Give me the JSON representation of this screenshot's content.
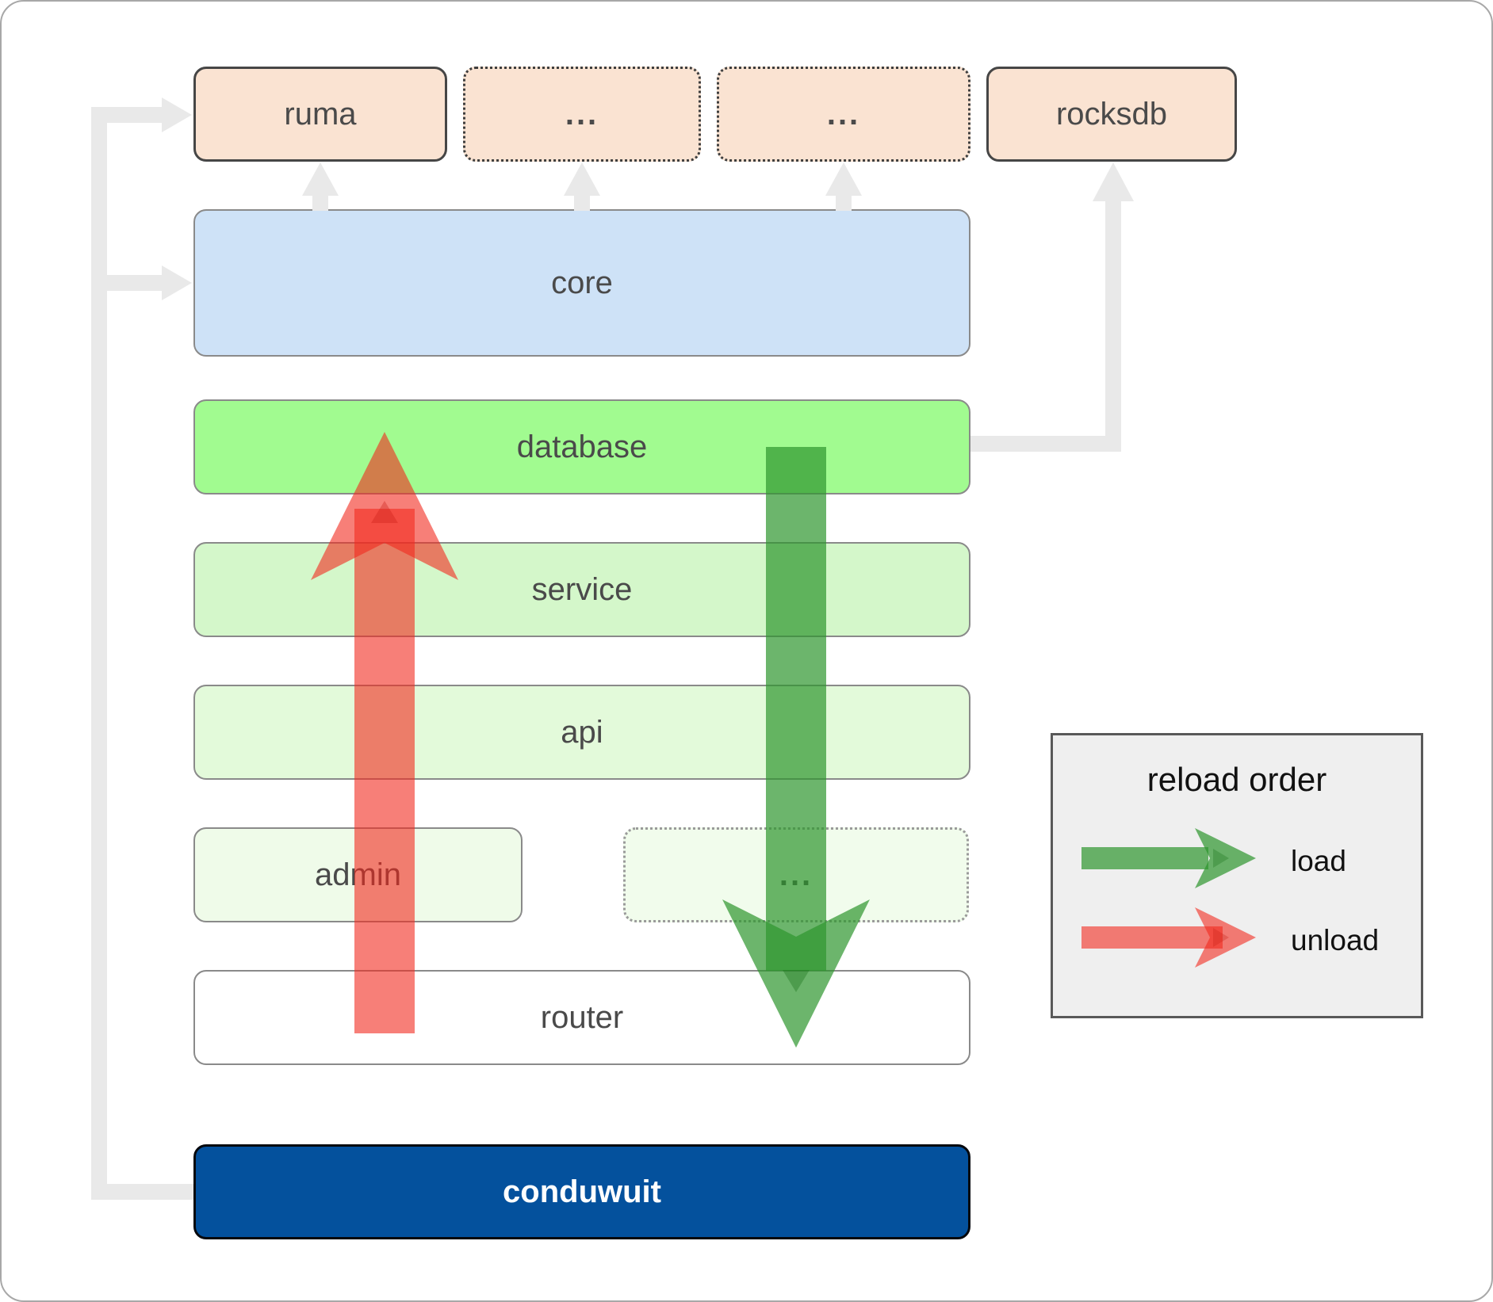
{
  "diagram": {
    "top_row": {
      "ruma": {
        "label": "ruma",
        "border": "solid"
      },
      "more_1": {
        "label": "...",
        "border": "dotted"
      },
      "more_2": {
        "label": "...",
        "border": "dotted"
      },
      "rocksdb": {
        "label": "rocksdb",
        "border": "solid"
      }
    },
    "layers": {
      "core": {
        "label": "core"
      },
      "database": {
        "label": "database"
      },
      "service": {
        "label": "service"
      },
      "api": {
        "label": "api"
      },
      "admin": {
        "label": "admin"
      },
      "admin_more": {
        "label": "..."
      },
      "router": {
        "label": "router"
      },
      "conduwuit": {
        "label": "conduwuit"
      }
    },
    "legend": {
      "title": "reload order",
      "load_label": "load",
      "unload_label": "unload"
    },
    "colors": {
      "dependency_box": "#fae3d2",
      "core_box": "#cee2f7",
      "database_box": "#a1fb90",
      "service_box": "#d4f7ca",
      "api_box": "#e3fada",
      "admin_box": "#effbe9",
      "router_box": "#ffffff",
      "conduwuit_box": "#04519d",
      "load_arrow_green": "rgba(45,150,45,0.7)",
      "unload_arrow_red": "rgba(242,42,30,0.6)",
      "connector_gray": "#e9e9e9",
      "legend_background": "#efefef"
    }
  }
}
